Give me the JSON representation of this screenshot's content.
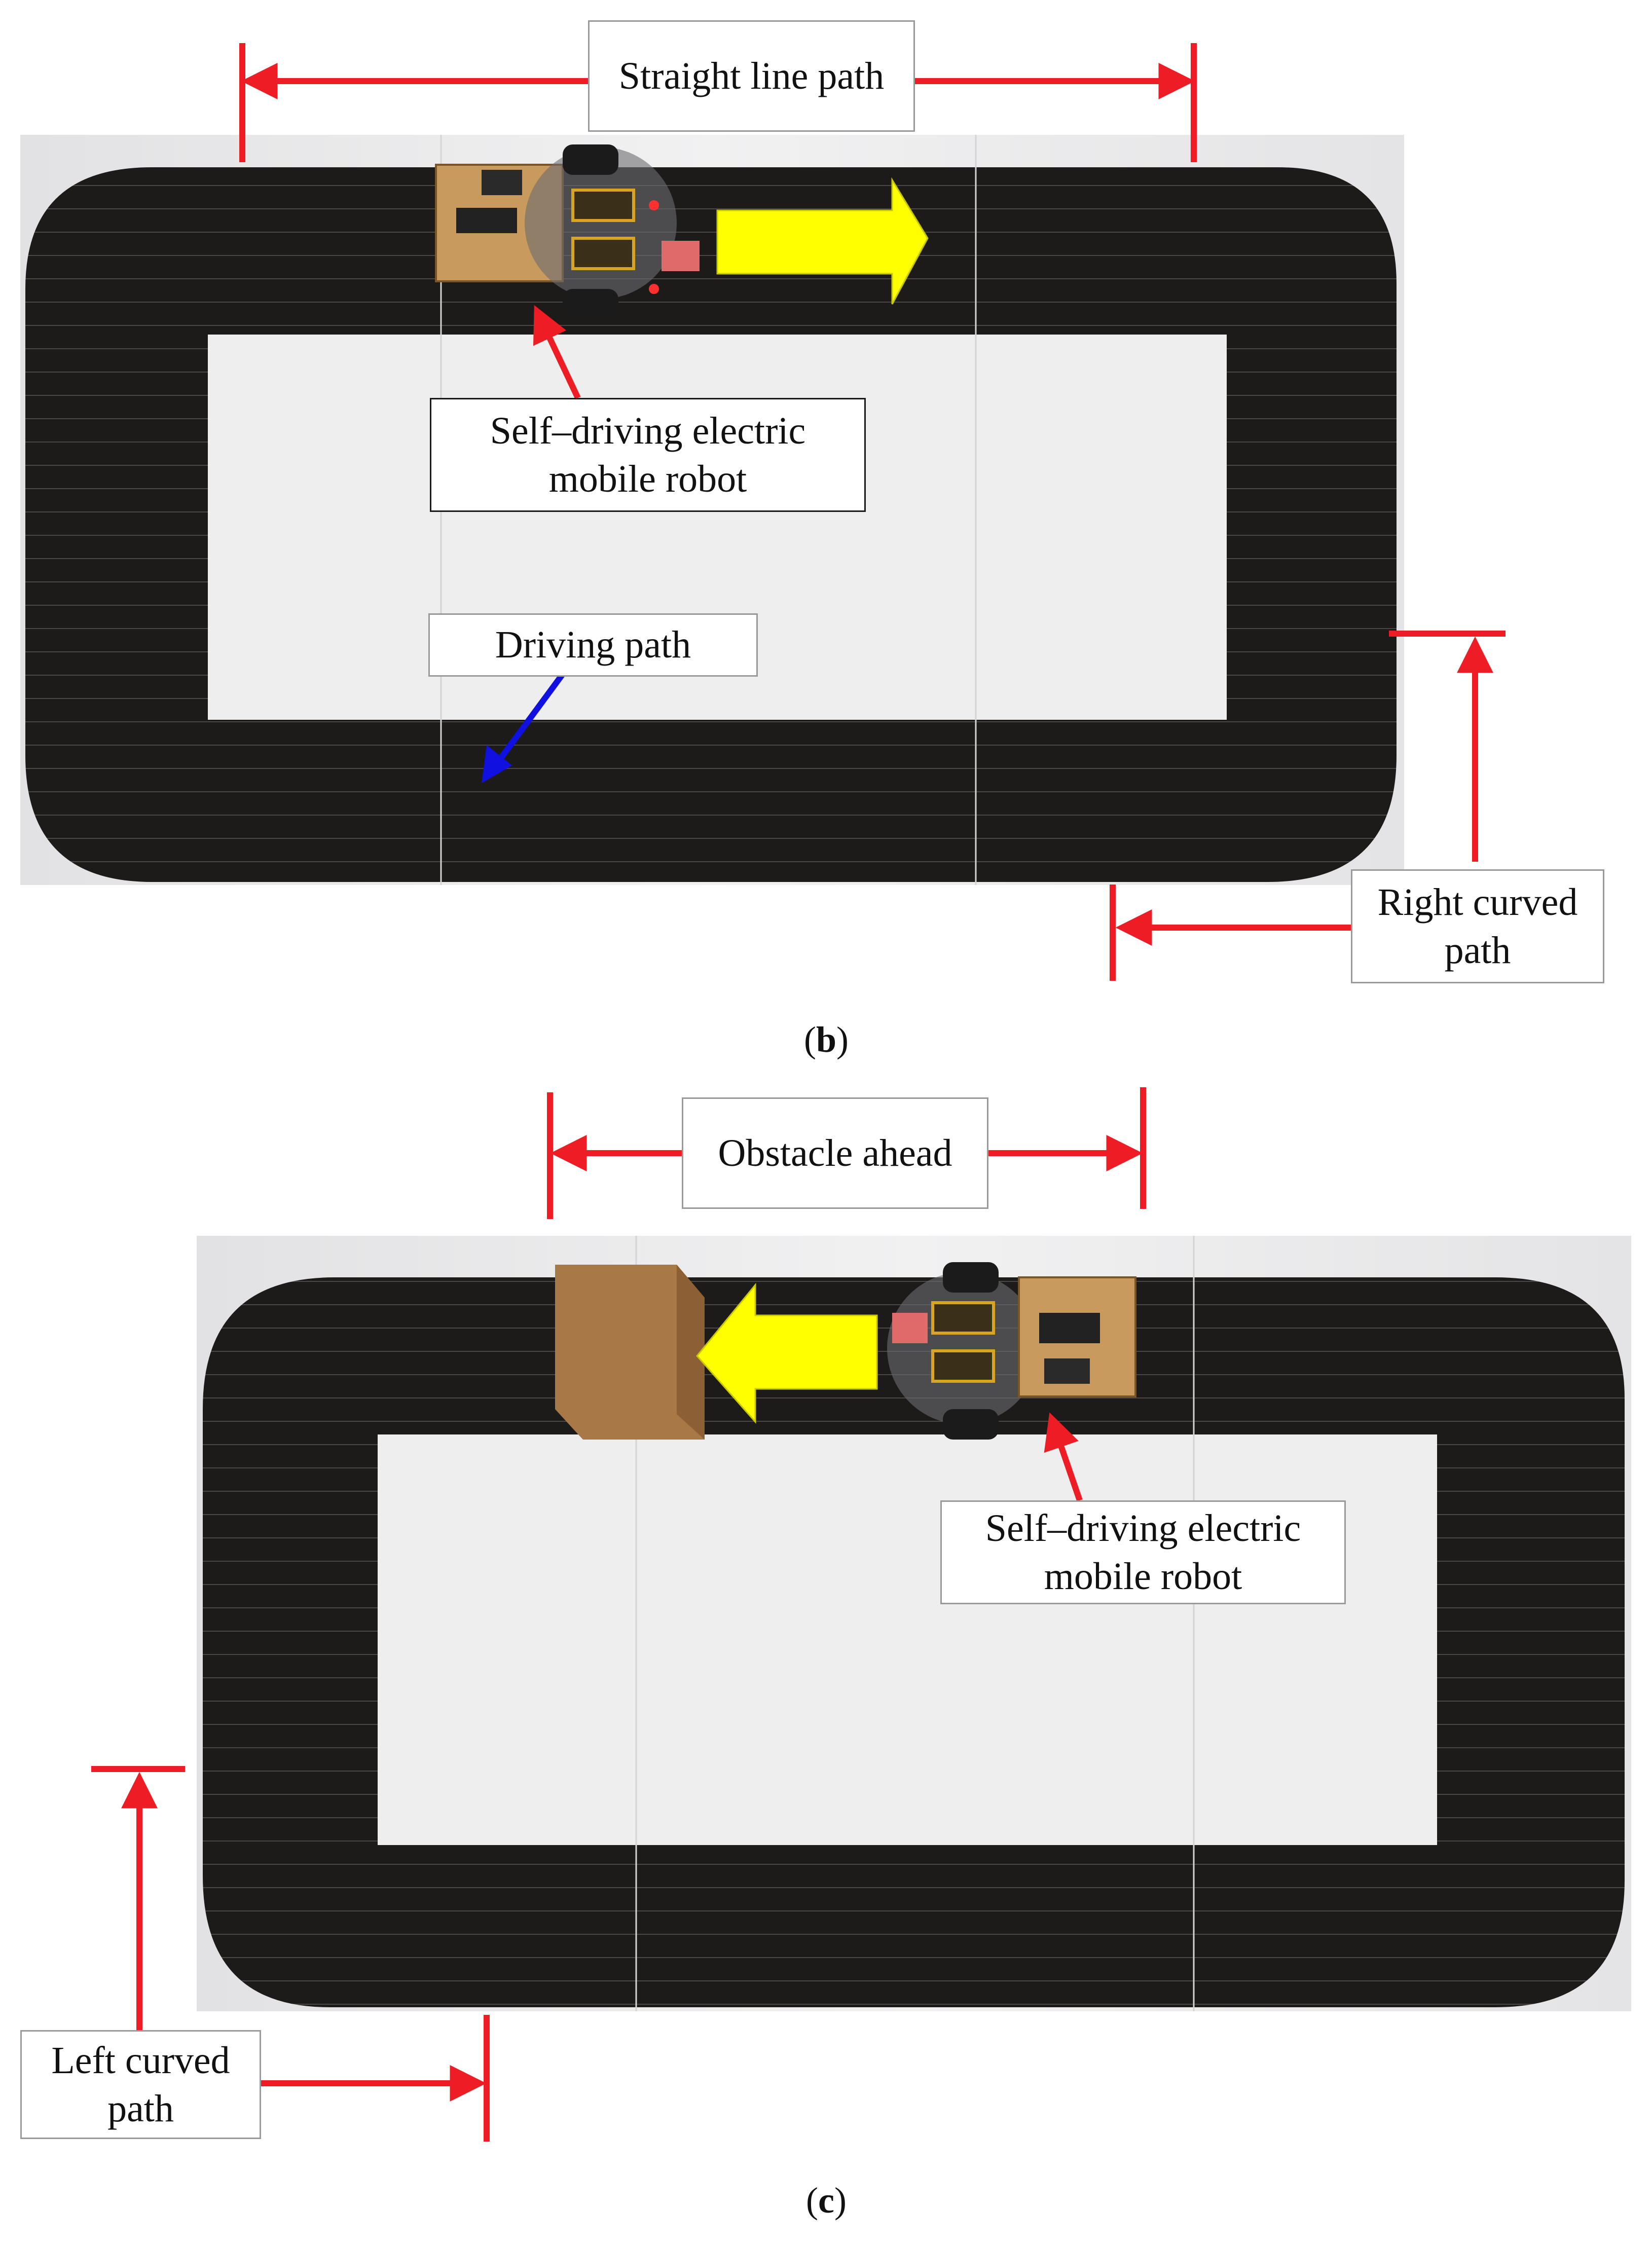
{
  "panels": [
    {
      "caption_letter": "b",
      "labels": {
        "straight_line_path": "Straight line path",
        "robot": "Self–driving electric\nmobile robot",
        "driving_path": "Driving path",
        "right_curved_path": "Right curved\npath"
      }
    },
    {
      "caption_letter": "c",
      "labels": {
        "obstacle_ahead": "Obstacle ahead",
        "robot": "Self–driving electric\nmobile robot",
        "left_curved_path": "Left curved\npath"
      }
    }
  ],
  "colors": {
    "annotation_red": "#ee1c25",
    "driving_arrow": "#1010e0",
    "direction_arrow": "#ffff00",
    "track": "#1d1b1a",
    "paper": "#ececec"
  }
}
